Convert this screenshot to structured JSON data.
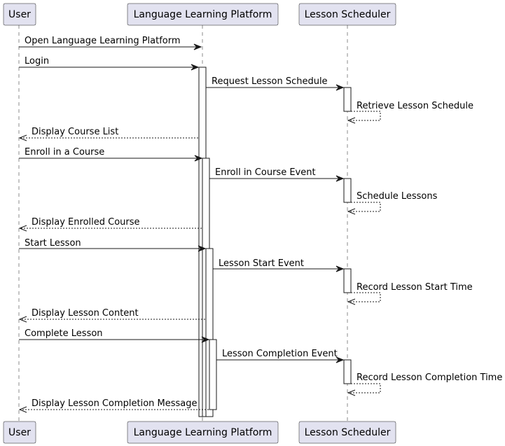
{
  "participants": [
    {
      "id": "user",
      "label": "User"
    },
    {
      "id": "platform",
      "label": "Language Learning Platform"
    },
    {
      "id": "scheduler",
      "label": "Lesson Scheduler"
    }
  ],
  "messages": [
    {
      "from": "user",
      "to": "platform",
      "label": "Open Language Learning Platform",
      "style": "solid"
    },
    {
      "from": "user",
      "to": "platform",
      "label": "Login",
      "style": "solid"
    },
    {
      "from": "platform",
      "to": "scheduler",
      "label": "Request Lesson Schedule",
      "style": "solid"
    },
    {
      "from": "scheduler",
      "to": "scheduler",
      "label": "Retrieve Lesson Schedule",
      "style": "dashed"
    },
    {
      "from": "platform",
      "to": "user",
      "label": "Display Course List",
      "style": "dashed"
    },
    {
      "from": "user",
      "to": "platform",
      "label": "Enroll in a Course",
      "style": "solid"
    },
    {
      "from": "platform",
      "to": "scheduler",
      "label": "Enroll in Course Event",
      "style": "solid"
    },
    {
      "from": "scheduler",
      "to": "scheduler",
      "label": "Schedule Lessons",
      "style": "dashed"
    },
    {
      "from": "platform",
      "to": "user",
      "label": "Display Enrolled Course",
      "style": "dashed"
    },
    {
      "from": "user",
      "to": "platform",
      "label": "Start Lesson",
      "style": "solid"
    },
    {
      "from": "platform",
      "to": "scheduler",
      "label": "Lesson Start Event",
      "style": "solid"
    },
    {
      "from": "scheduler",
      "to": "scheduler",
      "label": "Record Lesson Start Time",
      "style": "dashed"
    },
    {
      "from": "platform",
      "to": "user",
      "label": "Display Lesson Content",
      "style": "dashed"
    },
    {
      "from": "user",
      "to": "platform",
      "label": "Complete Lesson",
      "style": "solid"
    },
    {
      "from": "platform",
      "to": "scheduler",
      "label": "Lesson Completion Event",
      "style": "solid"
    },
    {
      "from": "scheduler",
      "to": "scheduler",
      "label": "Record Lesson Completion Time",
      "style": "dashed"
    },
    {
      "from": "platform",
      "to": "user",
      "label": "Display Lesson Completion Message",
      "style": "dashed"
    }
  ],
  "colors": {
    "participant_fill": "#e2e2f0",
    "line": "#181818"
  }
}
